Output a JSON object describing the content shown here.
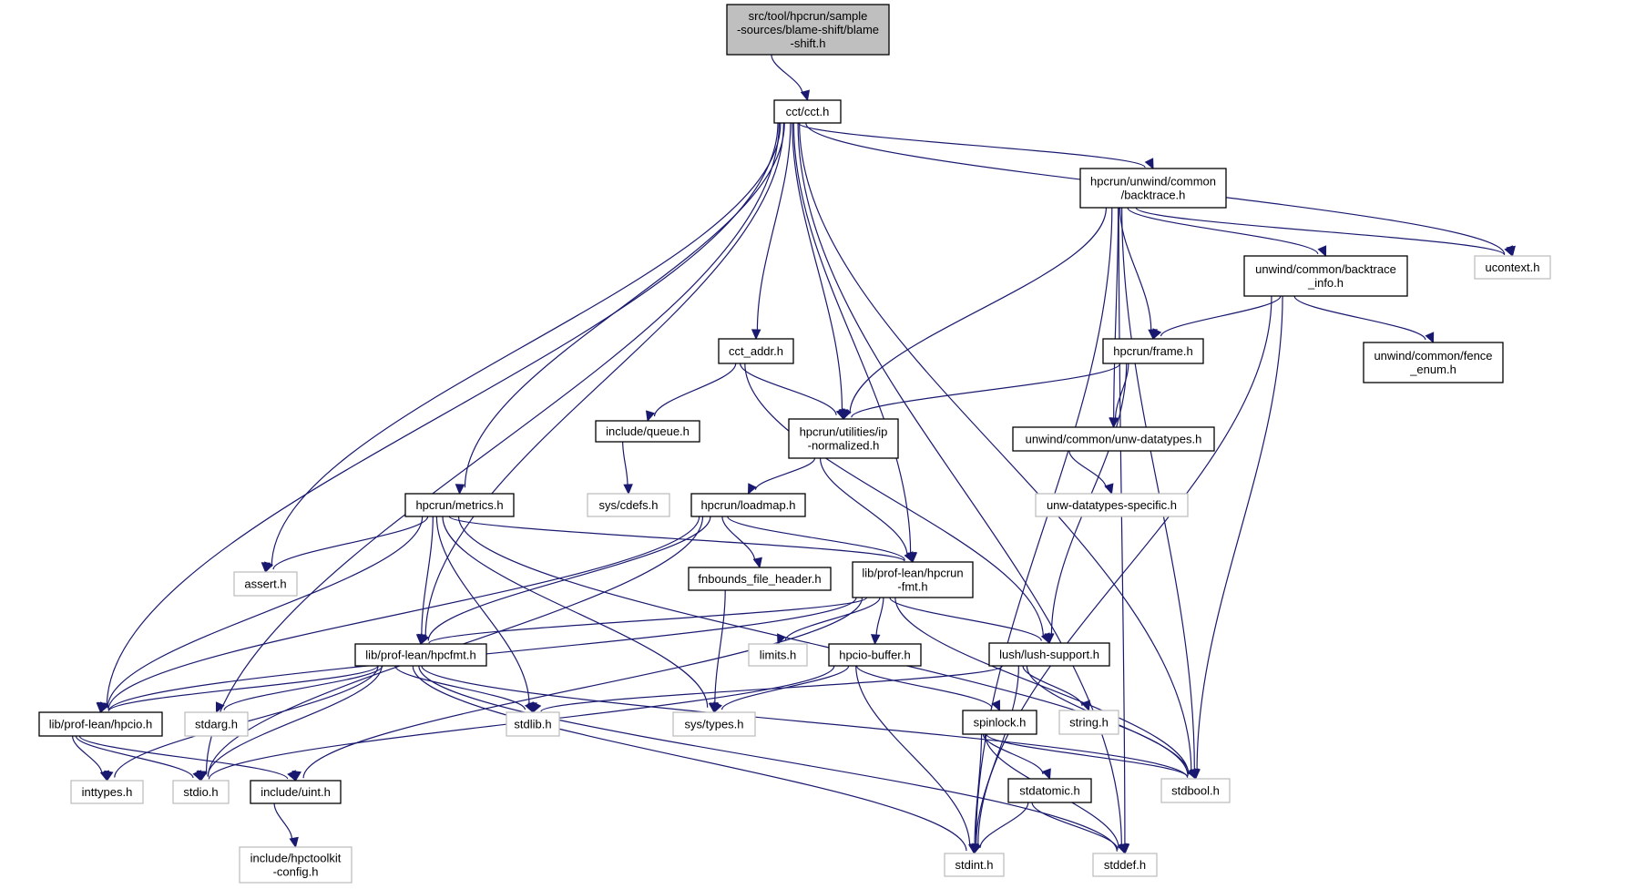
{
  "diagram": {
    "title": "src/tool/hpcrun/sample-sources/blame-shift/blame-shift.h",
    "edge_color": "#191970",
    "root_fill": "#bfbfbf",
    "nodes": [
      {
        "id": "root",
        "kind": "root",
        "lines": [
          "src/tool/hpcrun/sample",
          "-sources/blame-shift/blame",
          "-shift.h"
        ]
      },
      {
        "id": "cct",
        "kind": "local",
        "lines": [
          "cct/cct.h"
        ]
      },
      {
        "id": "backtrace",
        "kind": "local",
        "lines": [
          "hpcrun/unwind/common",
          "/backtrace.h"
        ]
      },
      {
        "id": "ucontext",
        "kind": "system",
        "lines": [
          "ucontext.h"
        ]
      },
      {
        "id": "backtrace_info",
        "kind": "local",
        "lines": [
          "unwind/common/backtrace",
          "_info.h"
        ]
      },
      {
        "id": "fence_enum",
        "kind": "local",
        "lines": [
          "unwind/common/fence",
          "_enum.h"
        ]
      },
      {
        "id": "frame",
        "kind": "local",
        "lines": [
          "hpcrun/frame.h"
        ]
      },
      {
        "id": "cct_addr",
        "kind": "local",
        "lines": [
          "cct_addr.h"
        ]
      },
      {
        "id": "queue",
        "kind": "local",
        "lines": [
          "include/queue.h"
        ]
      },
      {
        "id": "ipnorm",
        "kind": "local",
        "lines": [
          "hpcrun/utilities/ip",
          "-normalized.h"
        ]
      },
      {
        "id": "unwdt",
        "kind": "local",
        "lines": [
          "unwind/common/unw-datatypes.h"
        ]
      },
      {
        "id": "cdefs",
        "kind": "system",
        "lines": [
          "sys/cdefs.h"
        ]
      },
      {
        "id": "metrics",
        "kind": "local",
        "lines": [
          "hpcrun/metrics.h"
        ]
      },
      {
        "id": "loadmap",
        "kind": "local",
        "lines": [
          "hpcrun/loadmap.h"
        ]
      },
      {
        "id": "unwdts",
        "kind": "system",
        "lines": [
          "unw-datatypes-specific.h"
        ]
      },
      {
        "id": "assert",
        "kind": "system",
        "lines": [
          "assert.h"
        ]
      },
      {
        "id": "fnbounds",
        "kind": "local",
        "lines": [
          "fnbounds_file_header.h"
        ]
      },
      {
        "id": "hpcrunfmt",
        "kind": "local",
        "lines": [
          "lib/prof-lean/hpcrun",
          "-fmt.h"
        ]
      },
      {
        "id": "hpcfmt",
        "kind": "local",
        "lines": [
          "lib/prof-lean/hpcfmt.h"
        ]
      },
      {
        "id": "limits",
        "kind": "system",
        "lines": [
          "limits.h"
        ]
      },
      {
        "id": "hpciobuf",
        "kind": "local",
        "lines": [
          "hpcio-buffer.h"
        ]
      },
      {
        "id": "lush",
        "kind": "local",
        "lines": [
          "lush/lush-support.h"
        ]
      },
      {
        "id": "hpcio",
        "kind": "local",
        "lines": [
          "lib/prof-lean/hpcio.h"
        ]
      },
      {
        "id": "stdarg",
        "kind": "system",
        "lines": [
          "stdarg.h"
        ]
      },
      {
        "id": "stdlib",
        "kind": "system",
        "lines": [
          "stdlib.h"
        ]
      },
      {
        "id": "systypes",
        "kind": "system",
        "lines": [
          "sys/types.h"
        ]
      },
      {
        "id": "spinlock",
        "kind": "local",
        "lines": [
          "spinlock.h"
        ]
      },
      {
        "id": "string",
        "kind": "system",
        "lines": [
          "string.h"
        ]
      },
      {
        "id": "inttypes",
        "kind": "system",
        "lines": [
          "inttypes.h"
        ]
      },
      {
        "id": "stdio",
        "kind": "system",
        "lines": [
          "stdio.h"
        ]
      },
      {
        "id": "uint",
        "kind": "local",
        "lines": [
          "include/uint.h"
        ]
      },
      {
        "id": "stdatomic",
        "kind": "local",
        "lines": [
          "stdatomic.h"
        ]
      },
      {
        "id": "stdbool",
        "kind": "system",
        "lines": [
          "stdbool.h"
        ]
      },
      {
        "id": "hpctkconfig",
        "kind": "system",
        "lines": [
          "include/hpctoolkit",
          "-config.h"
        ]
      },
      {
        "id": "stdint",
        "kind": "system",
        "lines": [
          "stdint.h"
        ]
      },
      {
        "id": "stddef",
        "kind": "system",
        "lines": [
          "stddef.h"
        ]
      }
    ],
    "edges": [
      [
        "root",
        "cct"
      ],
      [
        "cct",
        "backtrace"
      ],
      [
        "cct",
        "ucontext"
      ],
      [
        "cct",
        "stdbool"
      ],
      [
        "cct",
        "stddef"
      ],
      [
        "cct",
        "cct_addr"
      ],
      [
        "cct",
        "ipnorm"
      ],
      [
        "cct",
        "hpcrunfmt"
      ],
      [
        "cct",
        "metrics"
      ],
      [
        "cct",
        "assert"
      ],
      [
        "cct",
        "hpcfmt"
      ],
      [
        "cct",
        "hpcio"
      ],
      [
        "cct",
        "stdio"
      ],
      [
        "backtrace",
        "ucontext"
      ],
      [
        "backtrace",
        "backtrace_info"
      ],
      [
        "backtrace",
        "frame"
      ],
      [
        "backtrace",
        "unwdt"
      ],
      [
        "backtrace",
        "ipnorm"
      ],
      [
        "backtrace",
        "stdbool"
      ],
      [
        "backtrace",
        "stdint"
      ],
      [
        "backtrace",
        "stddef"
      ],
      [
        "backtrace_info",
        "frame"
      ],
      [
        "backtrace_info",
        "fence_enum"
      ],
      [
        "backtrace_info",
        "stdbool"
      ],
      [
        "backtrace_info",
        "stdint"
      ],
      [
        "frame",
        "ipnorm"
      ],
      [
        "frame",
        "unwdt"
      ],
      [
        "frame",
        "lush"
      ],
      [
        "unwdt",
        "unwdts"
      ],
      [
        "cct_addr",
        "queue"
      ],
      [
        "cct_addr",
        "ipnorm"
      ],
      [
        "cct_addr",
        "lush"
      ],
      [
        "queue",
        "cdefs"
      ],
      [
        "ipnorm",
        "loadmap"
      ],
      [
        "ipnorm",
        "hpcrunfmt"
      ],
      [
        "loadmap",
        "fnbounds"
      ],
      [
        "loadmap",
        "hpcrunfmt"
      ],
      [
        "loadmap",
        "hpcfmt"
      ],
      [
        "loadmap",
        "hpcio"
      ],
      [
        "loadmap",
        "stdio"
      ],
      [
        "metrics",
        "assert"
      ],
      [
        "metrics",
        "hpcrunfmt"
      ],
      [
        "metrics",
        "hpcfmt"
      ],
      [
        "metrics",
        "hpcio"
      ],
      [
        "metrics",
        "stdlib"
      ],
      [
        "metrics",
        "systypes"
      ],
      [
        "metrics",
        "stdbool"
      ],
      [
        "fnbounds",
        "systypes"
      ],
      [
        "hpcrunfmt",
        "hpcfmt"
      ],
      [
        "hpcrunfmt",
        "hpcio"
      ],
      [
        "hpcrunfmt",
        "limits"
      ],
      [
        "hpcrunfmt",
        "hpciobuf"
      ],
      [
        "hpcrunfmt",
        "lush"
      ],
      [
        "hpcrunfmt",
        "stdbool"
      ],
      [
        "hpcrunfmt",
        "uint"
      ],
      [
        "hpcfmt",
        "hpcio"
      ],
      [
        "hpcfmt",
        "stdarg"
      ],
      [
        "hpcfmt",
        "stdlib"
      ],
      [
        "hpcfmt",
        "inttypes"
      ],
      [
        "hpcfmt",
        "stdio"
      ],
      [
        "hpcfmt",
        "stdbool"
      ],
      [
        "hpcfmt",
        "stdint"
      ],
      [
        "hpcfmt",
        "stddef"
      ],
      [
        "hpciobuf",
        "systypes"
      ],
      [
        "hpciobuf",
        "spinlock"
      ],
      [
        "hpciobuf",
        "stdint"
      ],
      [
        "hpciobuf",
        "stdio"
      ],
      [
        "lush",
        "stdlib"
      ],
      [
        "lush",
        "string"
      ],
      [
        "lush",
        "stdbool"
      ],
      [
        "lush",
        "stdint"
      ],
      [
        "hpcio",
        "inttypes"
      ],
      [
        "hpcio",
        "stdio"
      ],
      [
        "hpcio",
        "uint"
      ],
      [
        "spinlock",
        "stdatomic"
      ],
      [
        "spinlock",
        "stdbool"
      ],
      [
        "spinlock",
        "stdint"
      ],
      [
        "spinlock",
        "stddef"
      ],
      [
        "stdatomic",
        "stdint"
      ],
      [
        "stdatomic",
        "stddef"
      ],
      [
        "uint",
        "hpctkconfig"
      ]
    ]
  }
}
